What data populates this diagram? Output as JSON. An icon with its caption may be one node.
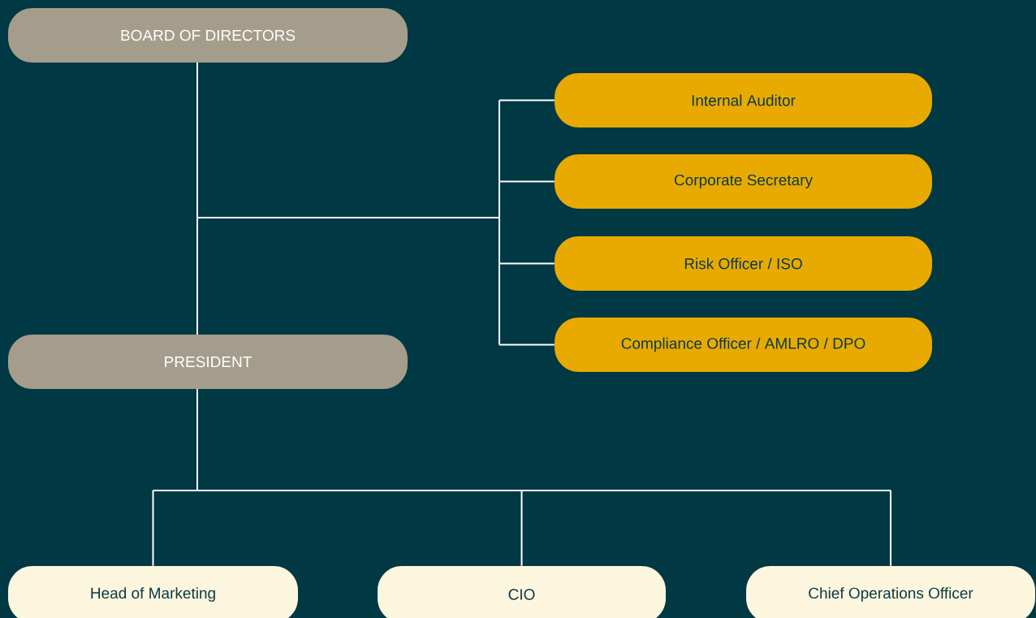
{
  "diagram": {
    "nodes": [
      {
        "text": [
          "BOARD OF DIRECTORS"
        ]
      },
      {
        "text": [
          "PRESIDENT"
        ]
      },
      {
        "text": [
          "Internal Auditor"
        ]
      },
      {
        "text": [
          "Corporate Secretary"
        ]
      },
      {
        "text": [
          "Risk Officer / ISO"
        ]
      },
      {
        "text": [
          "Compliance Officer / AMLRO / DPO"
        ]
      },
      {
        "text": [
          "Head of Marketing"
        ]
      },
      {
        "text": [
          "CIO"
        ]
      },
      {
        "text": [
          "Chief Operations Officer"
        ]
      }
    ],
    "edges": [
      {
        "from": 0,
        "to": 1,
        "arrow": "none"
      },
      {
        "from": 0,
        "to": 2,
        "arrow": "none"
      },
      {
        "from": 0,
        "to": 3,
        "arrow": "none"
      },
      {
        "from": 0,
        "to": 4,
        "arrow": "none"
      },
      {
        "from": 0,
        "to": 5,
        "arrow": "none"
      },
      {
        "from": 1,
        "to": 6,
        "arrow": "none"
      },
      {
        "from": 1,
        "to": 7,
        "arrow": "none"
      },
      {
        "from": 1,
        "to": 8,
        "arrow": "none"
      }
    ]
  }
}
